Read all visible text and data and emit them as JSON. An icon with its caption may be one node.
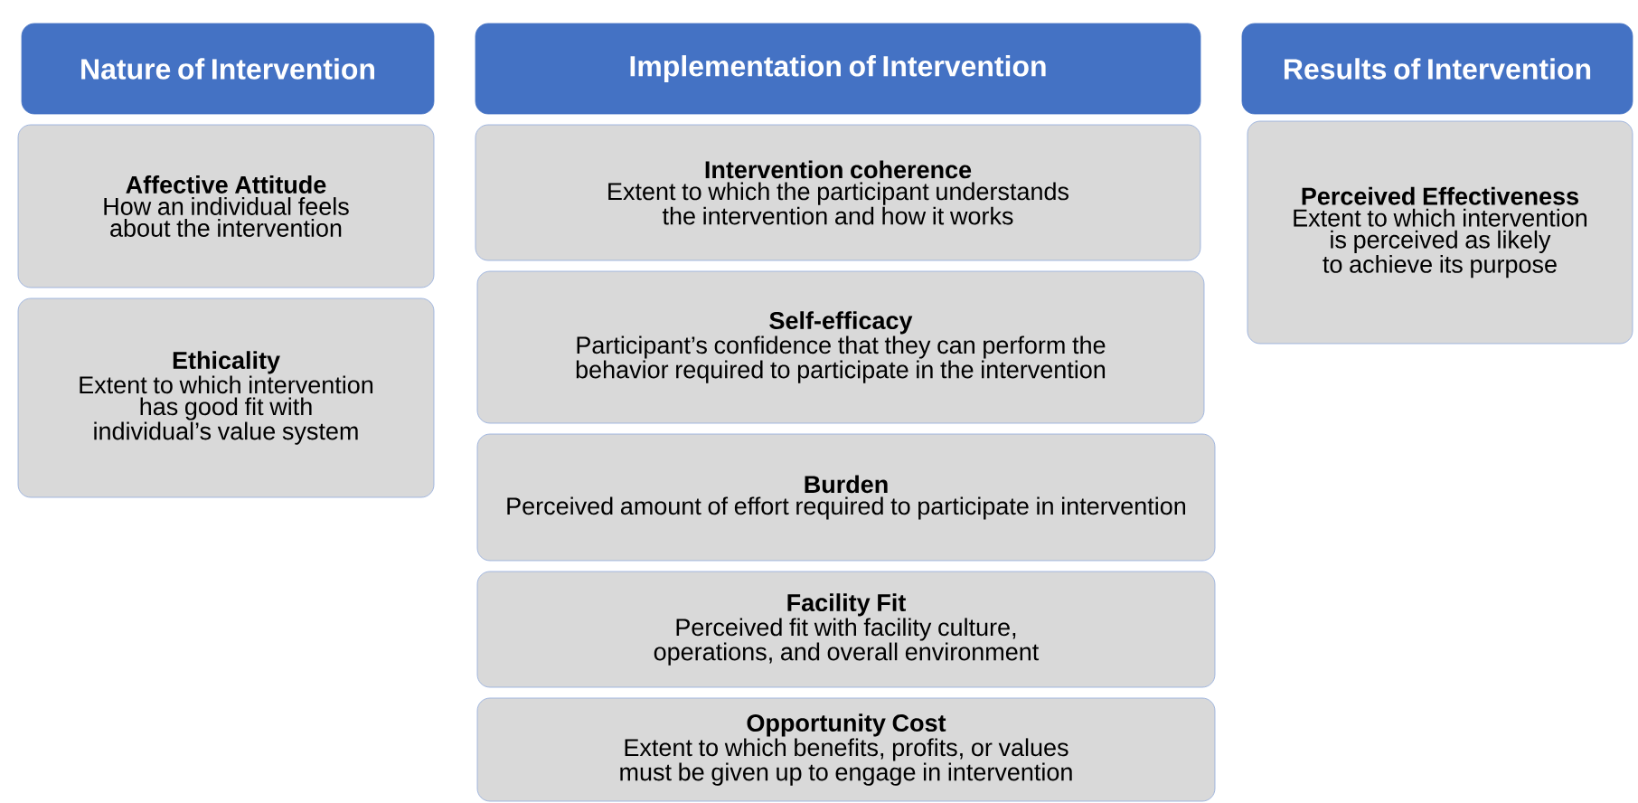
{
  "diagram": {
    "nodes": [
      {
        "text": [
          "Nature of Intervention"
        ]
      },
      {
        "text": [
          "Affective Attitude",
          "How an individual feels about the intervention"
        ]
      },
      {
        "text": [
          "Ethicality",
          "Extent to which intervention has good fit with individual’s value system"
        ]
      },
      {
        "text": [
          "Implementation of Intervention"
        ]
      },
      {
        "text": [
          "Intervention coherence",
          "Extent to which the participant understands the intervention and how it works"
        ]
      },
      {
        "text": [
          "Self-efficacy",
          "Participant’s confidence that they can perform the behavior required to participate in the intervention"
        ]
      },
      {
        "text": [
          "Burden",
          "Perceived amount of effort required to participate in intervention"
        ]
      },
      {
        "text": [
          "Facility Fit",
          "Perceived fit with facility culture, operations, and overall environment"
        ]
      },
      {
        "text": [
          "Opportunity Cost",
          "Extent to which benefits, profits, or values must be given up to engage in intervention"
        ]
      },
      {
        "text": [
          "Results of Intervention"
        ]
      },
      {
        "text": [
          "Perceived Effectiveness",
          "Extent to which intervention is perceived as likely to achieve its purpose"
        ]
      }
    ]
  }
}
